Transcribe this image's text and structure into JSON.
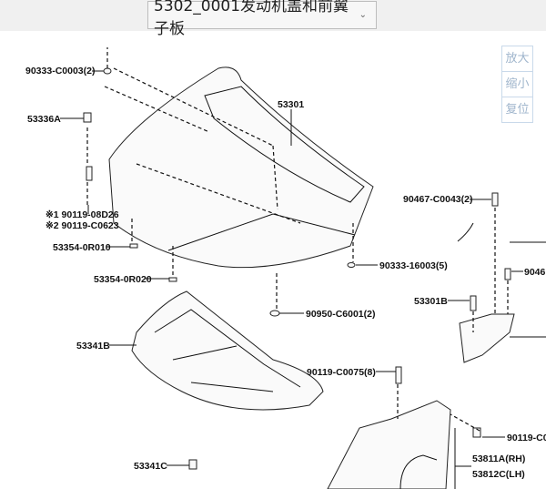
{
  "header": {
    "diagram_select": "5302_0001发动机盖和前翼子板",
    "chevron": "⌄"
  },
  "zoom_controls": {
    "zoom_in": "放大",
    "zoom_out": "缩小",
    "reset": "复位"
  },
  "callouts": {
    "c1": "90333-C0003(2)",
    "c2": "53336A",
    "c3": "53301",
    "c4": "※1 90119-08D26",
    "c5": "※2 90119-C0623",
    "c6": "53354-0R010",
    "c7": "53354-0R020",
    "c8": "53341B",
    "c9": "53341C",
    "c10": "90467-C0043(2)",
    "c11": "90333-16003(5)",
    "c12": "90950-C6001(2)",
    "c13": "53301B",
    "c14": "90119-C0075(8)",
    "c15": "90119-C00",
    "c16": "53811A(RH)",
    "c17": "53812C(LH)",
    "c18": "9046"
  }
}
